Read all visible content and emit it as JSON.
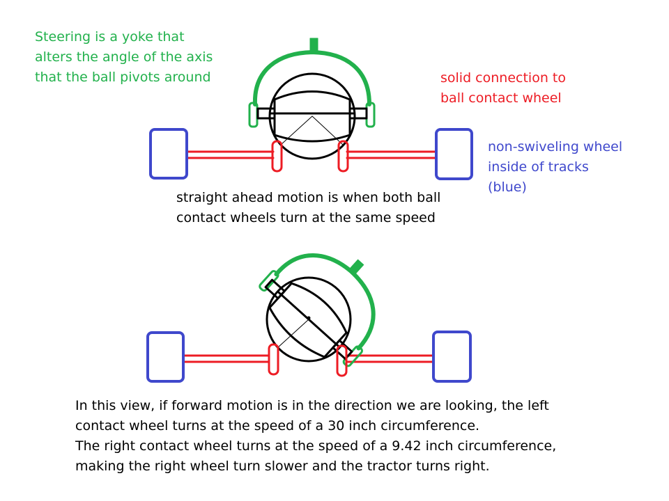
{
  "annotations": {
    "steering": {
      "lines": [
        "Steering is a yoke that",
        "alters the angle of the axis",
        "that the ball pivots around"
      ],
      "color": "#22b14c"
    },
    "solid_connection": {
      "lines": [
        "solid connection to",
        "ball contact wheel"
      ],
      "color": "#ed1c24"
    },
    "non_swiveling": {
      "lines": [
        "non-swiveling wheel",
        "inside of tracks",
        "(blue)"
      ],
      "color": "#3f48cc"
    },
    "straight_ahead": {
      "lines": [
        "straight ahead motion is when both ball",
        "contact wheels turn at the same speed"
      ]
    },
    "turning_explanation": {
      "lines": [
        "In this view, if forward motion is in the direction we are looking, the left",
        "contact wheel turns at the speed of a 30 inch circumference.",
        "The right contact wheel turns at the speed of a 9.42 inch circumference,",
        "making the right wheel turn slower and the tractor turns right."
      ]
    }
  },
  "colors": {
    "yoke": "#22b14c",
    "axle": "#ed1c24",
    "track_wheel": "#3f48cc",
    "ball": "#000000"
  }
}
